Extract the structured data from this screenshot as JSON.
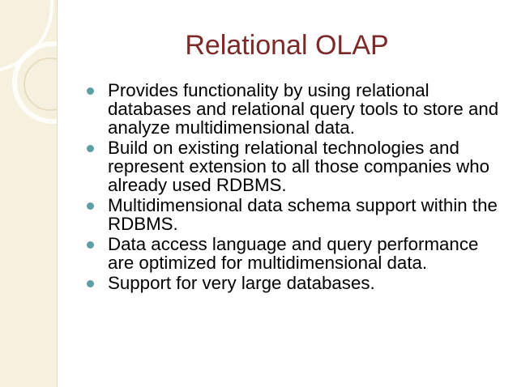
{
  "slide": {
    "title": "Relational OLAP",
    "bullets": [
      {
        "text": "Provides functionality by using relational databases and relational query tools to store and analyze multidimensional data."
      },
      {
        "text": "Build on existing relational technologies and represent extension to all those companies who already used RDBMS."
      },
      {
        "text": "Multidimensional data schema support within the RDBMS."
      },
      {
        "text": "Data access language and query performance are optimized for multidimensional data."
      },
      {
        "text": "Support for very large databases."
      }
    ]
  },
  "colors": {
    "title": "#7b2a28",
    "bullet_mark": "#5f9ea7",
    "side_band": "#f6f1df"
  }
}
